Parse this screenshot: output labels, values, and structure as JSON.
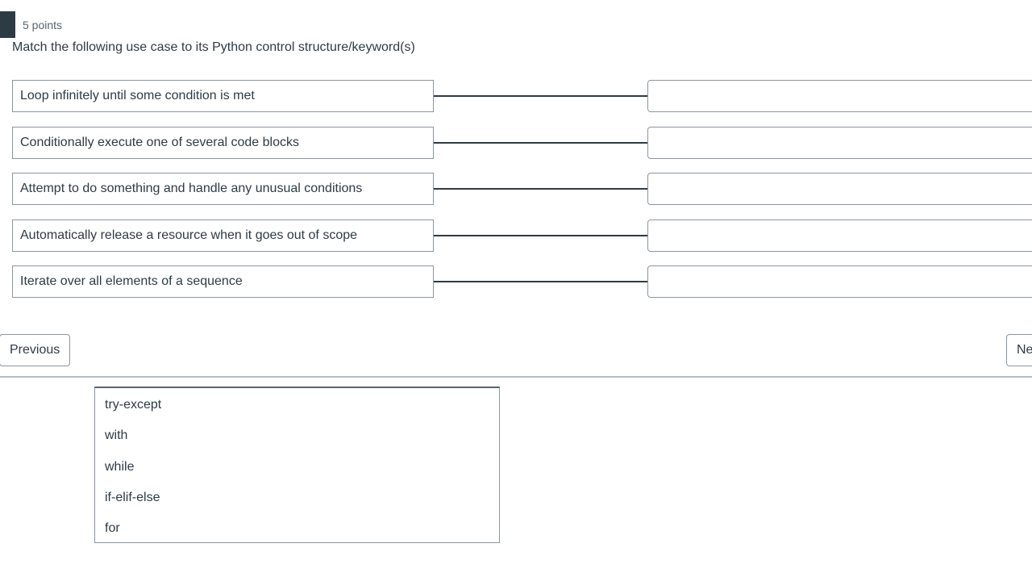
{
  "question": {
    "points": "5 points",
    "text": "Match the following use case to its Python control structure/keyword(s)"
  },
  "pairs": [
    {
      "prompt": "Loop infinitely until some condition is met",
      "selected": ""
    },
    {
      "prompt": "Conditionally execute one of several code blocks",
      "selected": ""
    },
    {
      "prompt": "Attempt to do something and handle any unusual conditions",
      "selected": ""
    },
    {
      "prompt": "Automatically release a resource when it goes out of scope",
      "selected": ""
    },
    {
      "prompt": "Iterate over all elements of a sequence",
      "selected": ""
    }
  ],
  "nav": {
    "previous": "Previous",
    "next": "Next"
  },
  "dropdown_options": [
    "try-except",
    "with",
    "while",
    "if-elif-else",
    "for"
  ],
  "icons": {
    "select": "chevron-down-icon"
  }
}
